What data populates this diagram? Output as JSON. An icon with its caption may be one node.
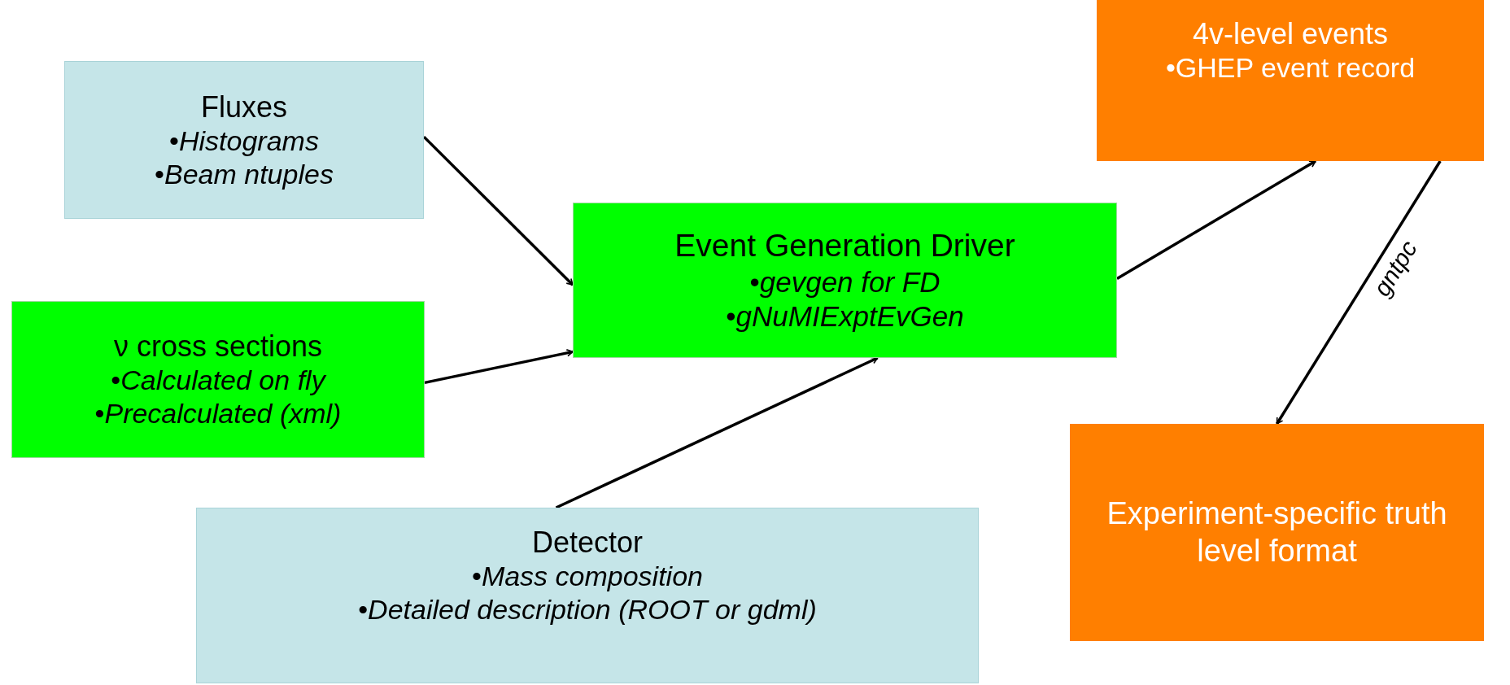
{
  "diagram": {
    "nodes": [
      {
        "text": [
          "Fluxes",
          "•*Histograms*",
          "•*Beam ntuples*"
        ]
      },
      {
        "text": [
          "ν cross sections",
          "•*Calculated on fly*",
          "•*Precalculated (xml)*"
        ]
      },
      {
        "text": [
          "Event Generation Driver",
          "•*gevgen for FD*",
          "•*gNuMIExptEvGen*"
        ]
      },
      {
        "text": [
          "Detector",
          "•*Mass composition*",
          "•*Detailed description (ROOT or gdml)*"
        ]
      },
      {
        "text": [
          "4v-level events",
          "•GHEP event record"
        ]
      },
      {
        "text": [
          "Experiment-specific truth level format"
        ]
      }
    ],
    "edges": [
      {
        "from": 0,
        "to": 2,
        "arrow": "to"
      },
      {
        "from": 1,
        "to": 2,
        "arrow": "to"
      },
      {
        "from": 3,
        "to": 2,
        "arrow": "to"
      },
      {
        "from": 2,
        "to": 4,
        "arrow": "to"
      },
      {
        "from": 4,
        "to": 5,
        "arrow": "to",
        "label": "gntpc"
      }
    ]
  }
}
